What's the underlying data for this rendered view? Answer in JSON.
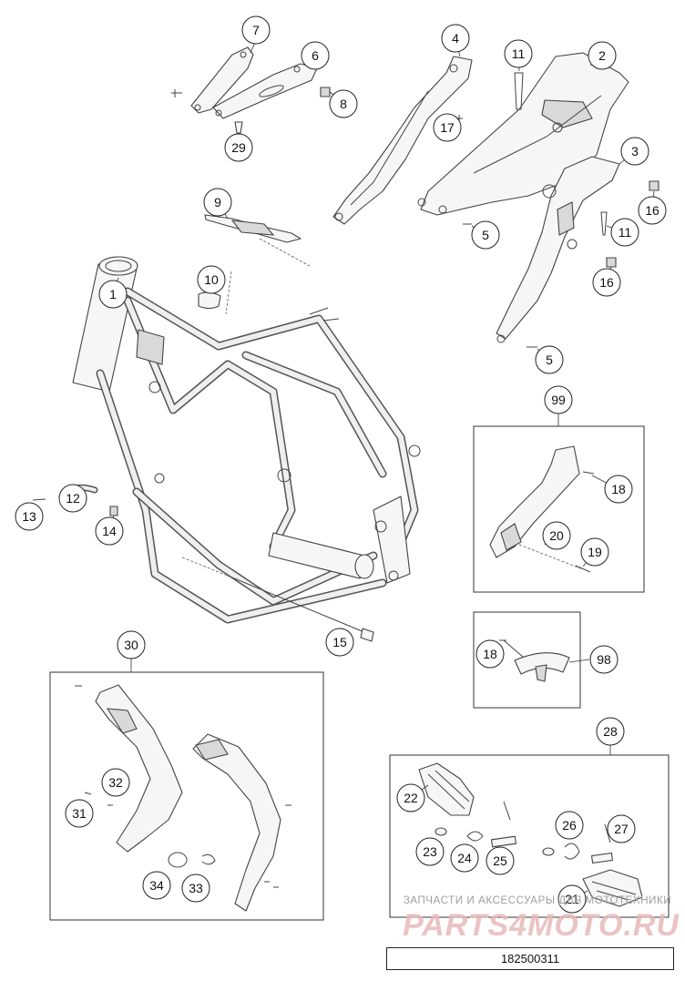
{
  "diagram": {
    "callouts": [
      "1",
      "2",
      "3",
      "4",
      "5",
      "6",
      "7",
      "8",
      "9",
      "10",
      "11",
      "12",
      "13",
      "14",
      "15",
      "16",
      "17",
      "18",
      "19",
      "20",
      "21",
      "22",
      "23",
      "24",
      "25",
      "26",
      "27",
      "28",
      "29",
      "30",
      "31",
      "32",
      "33",
      "34",
      "98",
      "99"
    ]
  },
  "footer": {
    "watermark": "ЗАПЧАСТИ И АКСЕССУАРЫ ДЛЯ МОТОТЕХНИКИ",
    "brand": "PARTS4MOTO.RU",
    "doc_number": "182500311"
  }
}
